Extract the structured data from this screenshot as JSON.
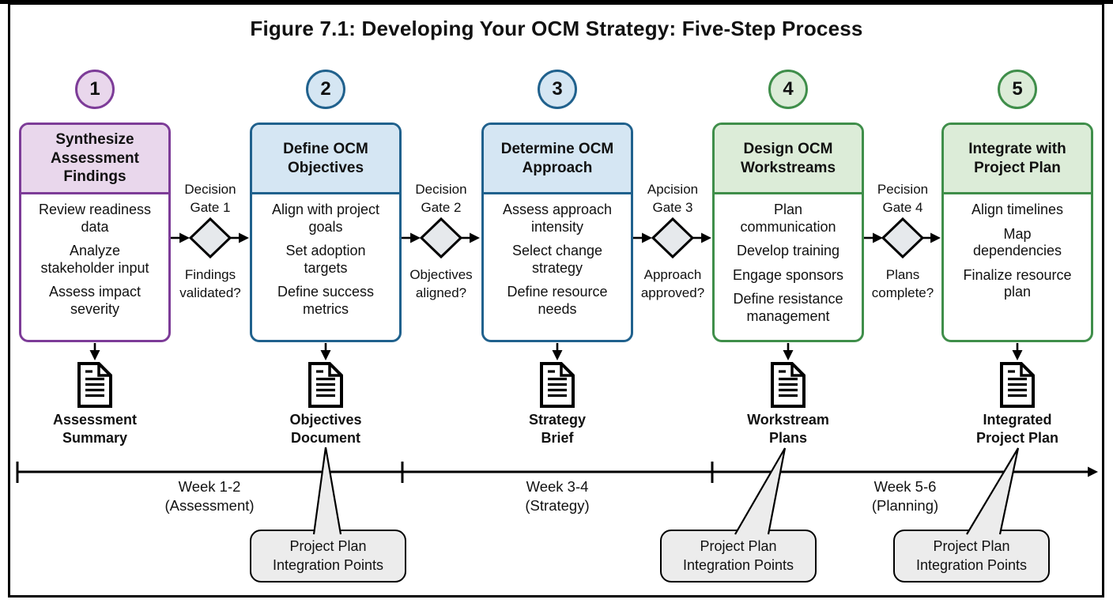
{
  "figure_title": "Figure 7.1: Developing Your OCM Strategy: Five-Step Process",
  "steps": [
    {
      "number": "1",
      "header": "Synthesize\nAssessment\nFindings",
      "items": [
        "Review readiness\ndata",
        "Analyze\nstakeholder input",
        "Assess impact\nseverity"
      ],
      "deliverable": "Assessment\nSummary",
      "deliverable_icon": "document-icon",
      "theme": {
        "border": "#7d3c98",
        "fill": "#e9d7ec"
      }
    },
    {
      "number": "2",
      "header": "Define OCM\nObjectives",
      "items": [
        "Align with project\ngoals",
        "Set adoption\ntargets",
        "Define success\nmetrics"
      ],
      "deliverable": "Objectives\nDocument",
      "deliverable_icon": "document-icon",
      "theme": {
        "border": "#20618d",
        "fill": "#d5e6f3"
      }
    },
    {
      "number": "3",
      "header": "Determine OCM\nApproach",
      "items": [
        "Assess approach\nintensity",
        "Select change\nstrategy",
        "Define resource\nneeds"
      ],
      "deliverable": "Strategy\nBrief",
      "deliverable_icon": "document-icon",
      "theme": {
        "border": "#20618d",
        "fill": "#d5e6f3"
      }
    },
    {
      "number": "4",
      "header": "Design OCM\nWorkstreams",
      "items": [
        "Plan\ncommunication",
        "Develop training",
        "Engage sponsors",
        "Define resistance\nmanagement"
      ],
      "deliverable": "Workstream\nPlans",
      "deliverable_icon": "document-icon",
      "theme": {
        "border": "#3f8e4a",
        "fill": "#dcecd8"
      }
    },
    {
      "number": "5",
      "header": "Integrate with\nProject Plan",
      "items": [
        "Align timelines",
        "Map\ndependencies",
        "Finalize resource\nplan"
      ],
      "deliverable": "Integrated\nProject Plan",
      "deliverable_icon": "document-icon",
      "theme": {
        "border": "#3f8e4a",
        "fill": "#dcecd8"
      }
    }
  ],
  "gates": [
    {
      "label": "Decision\nGate 1",
      "question": "Findings\nvalidated?"
    },
    {
      "label": "Decision\nGate 2",
      "question": "Objectives\naligned?"
    },
    {
      "label": "Apcision\nGate 3",
      "question": "Approach\napproved?"
    },
    {
      "label": "Pecision\nGate 4",
      "question": "Plans\ncomplete?"
    }
  ],
  "timeline": {
    "segments": [
      {
        "label": "Week 1-2\n(Assessment)"
      },
      {
        "label": "Week 3-4\n(Strategy)"
      },
      {
        "label": "Week 5-6\n(Planning)"
      }
    ]
  },
  "callouts": [
    {
      "label": "Project Plan\nIntegration Points"
    },
    {
      "label": "Project Plan\nIntegration Points"
    },
    {
      "label": "Project Plan\nIntegration Points"
    }
  ],
  "colors": {
    "purple_border": "#7d3c98",
    "purple_fill": "#e9d7ec",
    "blue_border": "#20618d",
    "blue_fill": "#d5e6f3",
    "green_border": "#3f8e4a",
    "green_fill": "#dcecd8",
    "diamond_fill": "#e6e9ec",
    "callout_fill": "#ececec",
    "line": "#000000"
  }
}
